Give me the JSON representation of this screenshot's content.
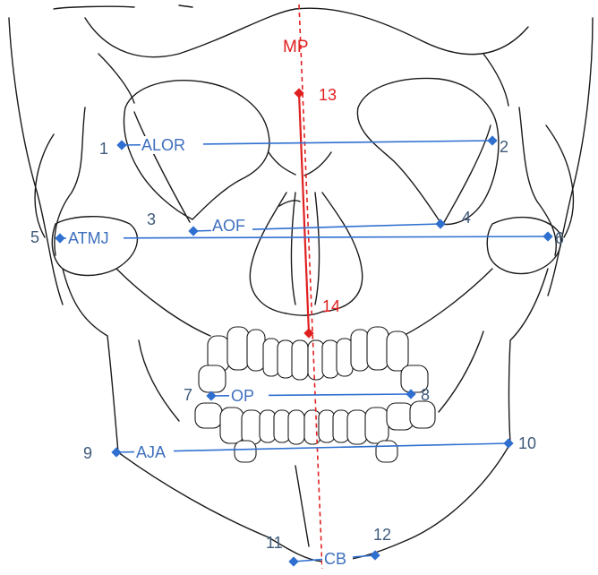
{
  "midline": {
    "label": "MP",
    "color": "#e02020",
    "landmarks": [
      {
        "num": "13"
      },
      {
        "num": "14"
      }
    ]
  },
  "planes": [
    {
      "label": "ALOR",
      "left_num": "1",
      "right_num": "2"
    },
    {
      "label": "AOF",
      "left_num": "3",
      "right_num": "4"
    },
    {
      "label": "ATMJ",
      "left_num": "5",
      "right_num": "6"
    },
    {
      "label": "OP",
      "left_num": "7",
      "right_num": "8"
    },
    {
      "label": "AJA",
      "left_num": "9",
      "right_num": "10"
    },
    {
      "label": "CB",
      "left_num": "11",
      "right_num": "12"
    }
  ],
  "colors": {
    "plane_line": "#2f6fd0",
    "landmark_number": "#3e5a7a",
    "outline": "#1a1a1a"
  }
}
